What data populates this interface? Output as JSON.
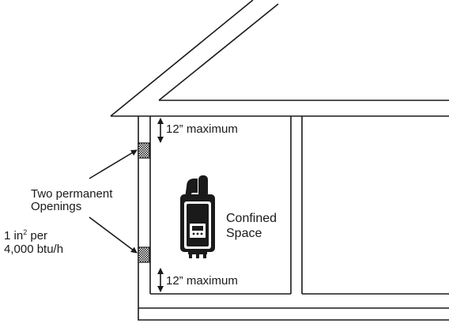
{
  "diagram": {
    "top_clearance_label": "12” maximum",
    "bottom_clearance_label": "12” maximum",
    "openings_label_line1": "Two permanent",
    "openings_label_line2": "Openings",
    "area_label_line1": "1 in",
    "area_label_superscript": "2",
    "area_label_line1_suffix": " per",
    "area_label_line2": "4,000 btu/h",
    "space_label_line1": "Confined",
    "space_label_line2": "Space"
  }
}
